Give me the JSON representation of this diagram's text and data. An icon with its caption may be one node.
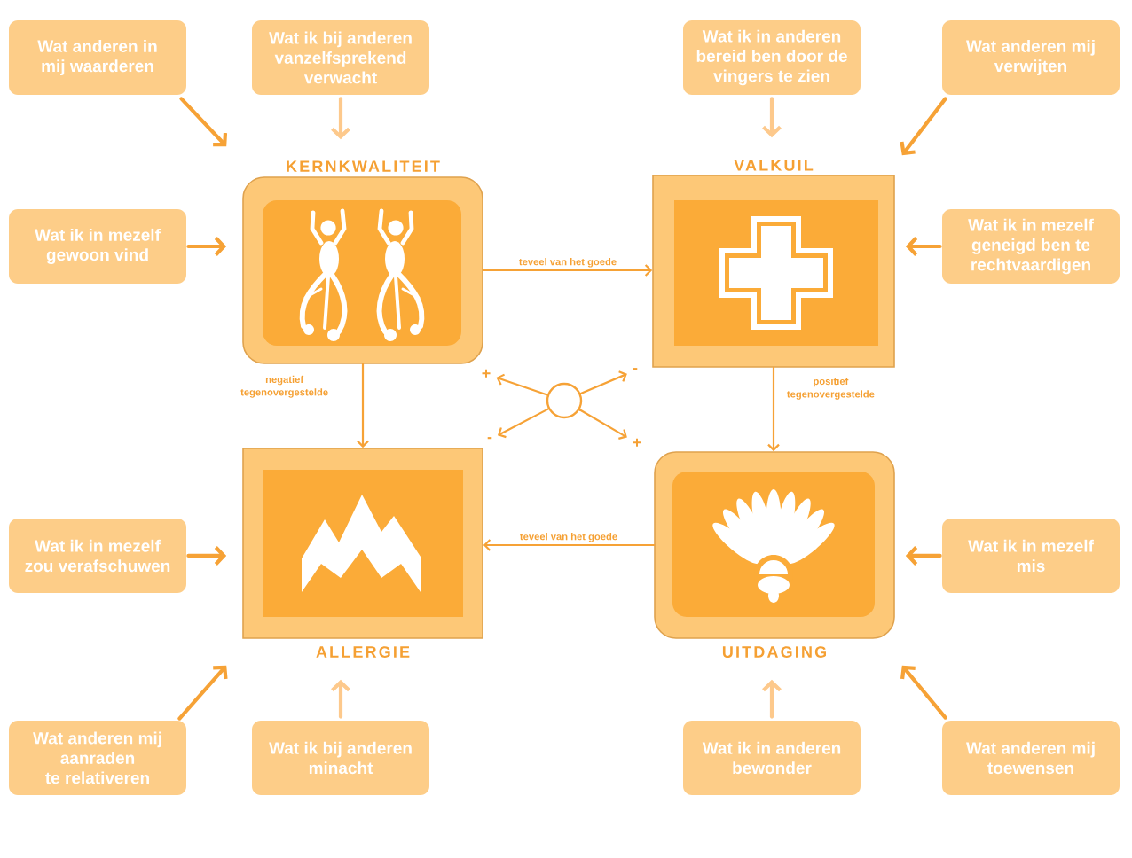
{
  "diagram": {
    "nodes": [
      {
        "text": [
          "Wat anderen in mij waarderen"
        ]
      },
      {
        "text": [
          "Wat ik bij anderen vanzelfsprekend verwacht"
        ]
      },
      {
        "text": [
          "Wat ik in anderen bereid ben door de vingers te zien"
        ]
      },
      {
        "text": [
          "Wat anderen mij verwijten"
        ]
      },
      {
        "text": [
          "KERNKWALITEIT"
        ]
      },
      {
        "text": [
          "Wat ik in mezelf gewoon vind"
        ]
      },
      {
        "text": [
          "VALKUIL"
        ]
      },
      {
        "text": [
          "Wat ik in mezelf geneigd ben te rechtvaardigen"
        ]
      },
      {
        "text": [
          "+"
        ]
      },
      {
        "text": [
          "-"
        ]
      },
      {
        "text": [],
        "shape": "circle"
      },
      {
        "text": [
          "-"
        ]
      },
      {
        "text": [
          "+"
        ]
      },
      {
        "text": [
          "Wat ik in mezelf zou verafschuwen"
        ]
      },
      {
        "text": [
          "ALLERGIE"
        ]
      },
      {
        "text": [
          "UITDAGING"
        ]
      },
      {
        "text": [
          "Wat ik in mezelf mis"
        ]
      },
      {
        "text": [
          "Wat anderen mij aanraden te relativeren"
        ]
      },
      {
        "text": [
          "Wat ik bij anderen minacht"
        ]
      },
      {
        "text": [
          "Wat ik in anderen bewonder"
        ]
      },
      {
        "text": [
          "Wat anderen mij toewensen"
        ]
      }
    ],
    "edges": [
      {
        "from": 0,
        "to": 4,
        "arrow": "to"
      },
      {
        "from": 1,
        "to": 4,
        "arrow": "to",
        "color": "#fdc98c"
      },
      {
        "from": 5,
        "to": 4,
        "arrow": "to"
      },
      {
        "from": 2,
        "to": 6,
        "arrow": "to",
        "color": "#fdc98c"
      },
      {
        "from": 3,
        "to": 6,
        "arrow": "to"
      },
      {
        "from": 7,
        "to": 6,
        "arrow": "to"
      },
      {
        "from": 4,
        "to": 6,
        "arrow": "to",
        "label": "teveel van het goede"
      },
      {
        "from": 4,
        "to": 14,
        "arrow": "to",
        "label": "negatief tegenovergestelde"
      },
      {
        "from": 6,
        "to": 15,
        "arrow": "to",
        "label": "positief tegenovergestelde"
      },
      {
        "from": 10,
        "to": 8,
        "arrow": "to"
      },
      {
        "from": 10,
        "to": 9,
        "arrow": "to"
      },
      {
        "from": 10,
        "to": 11,
        "arrow": "to"
      },
      {
        "from": 10,
        "to": 12,
        "arrow": "to"
      },
      {
        "from": 13,
        "to": 14,
        "arrow": "to"
      },
      {
        "from": 16,
        "to": 15,
        "arrow": "to"
      },
      {
        "from": 15,
        "to": 14,
        "arrow": "to",
        "label": "teveel van het goede"
      },
      {
        "from": 17,
        "to": 14,
        "arrow": "to"
      },
      {
        "from": 18,
        "to": 14,
        "arrow": "to",
        "color": "#fdc98c"
      },
      {
        "from": 19,
        "to": 15,
        "arrow": "to",
        "color": "#fdc98c"
      },
      {
        "from": 20,
        "to": 15,
        "arrow": "to"
      }
    ]
  }
}
